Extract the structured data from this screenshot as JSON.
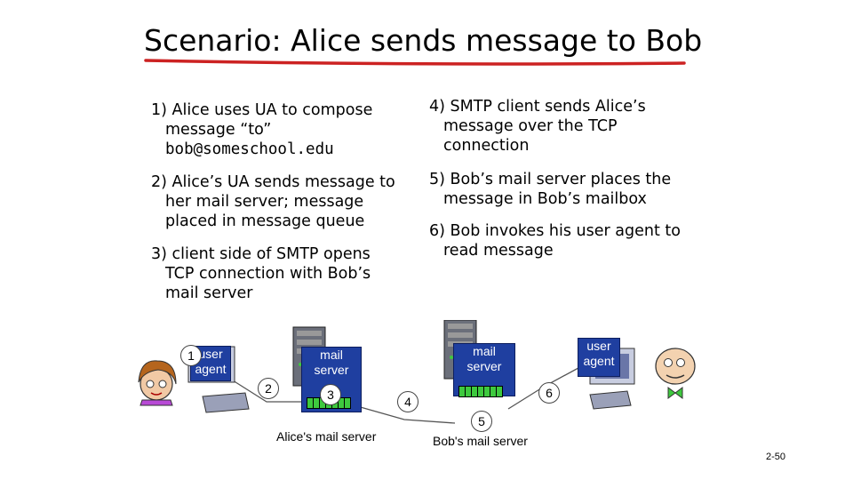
{
  "title": "Scenario: Alice sends message to Bob",
  "steps_left": [
    {
      "lines": [
        "1) Alice uses UA to compose",
        "message “to”"
      ],
      "mono": "bob@someschool.edu"
    },
    {
      "lines": [
        "2) Alice’s UA sends message to",
        "her mail server; message",
        "placed in message queue"
      ]
    },
    {
      "lines": [
        "3) client side of SMTP opens",
        "TCP connection with Bob’s",
        "mail server"
      ]
    }
  ],
  "steps_right": [
    {
      "lines": [
        "4) SMTP client sends Alice’s",
        "message over the TCP",
        "connection"
      ]
    },
    {
      "lines": [
        "5) Bob’s mail server places the",
        "message in Bob’s mailbox"
      ]
    },
    {
      "lines": [
        "6) Bob invokes his user agent to",
        "read message"
      ]
    }
  ],
  "diagram": {
    "alice_ua": "user agent",
    "alice_server": "mail server",
    "bob_server": "mail server",
    "bob_ua": "user agent",
    "alice_server_caption": "Alice's mail server",
    "bob_server_caption": "Bob's mail server",
    "markers": [
      "1",
      "2",
      "3",
      "4",
      "5",
      "6"
    ]
  },
  "slide_number": "2-50",
  "colors": {
    "box": "#1f3fa0",
    "queue": "#3ec93e",
    "underline": "#cc2222"
  }
}
